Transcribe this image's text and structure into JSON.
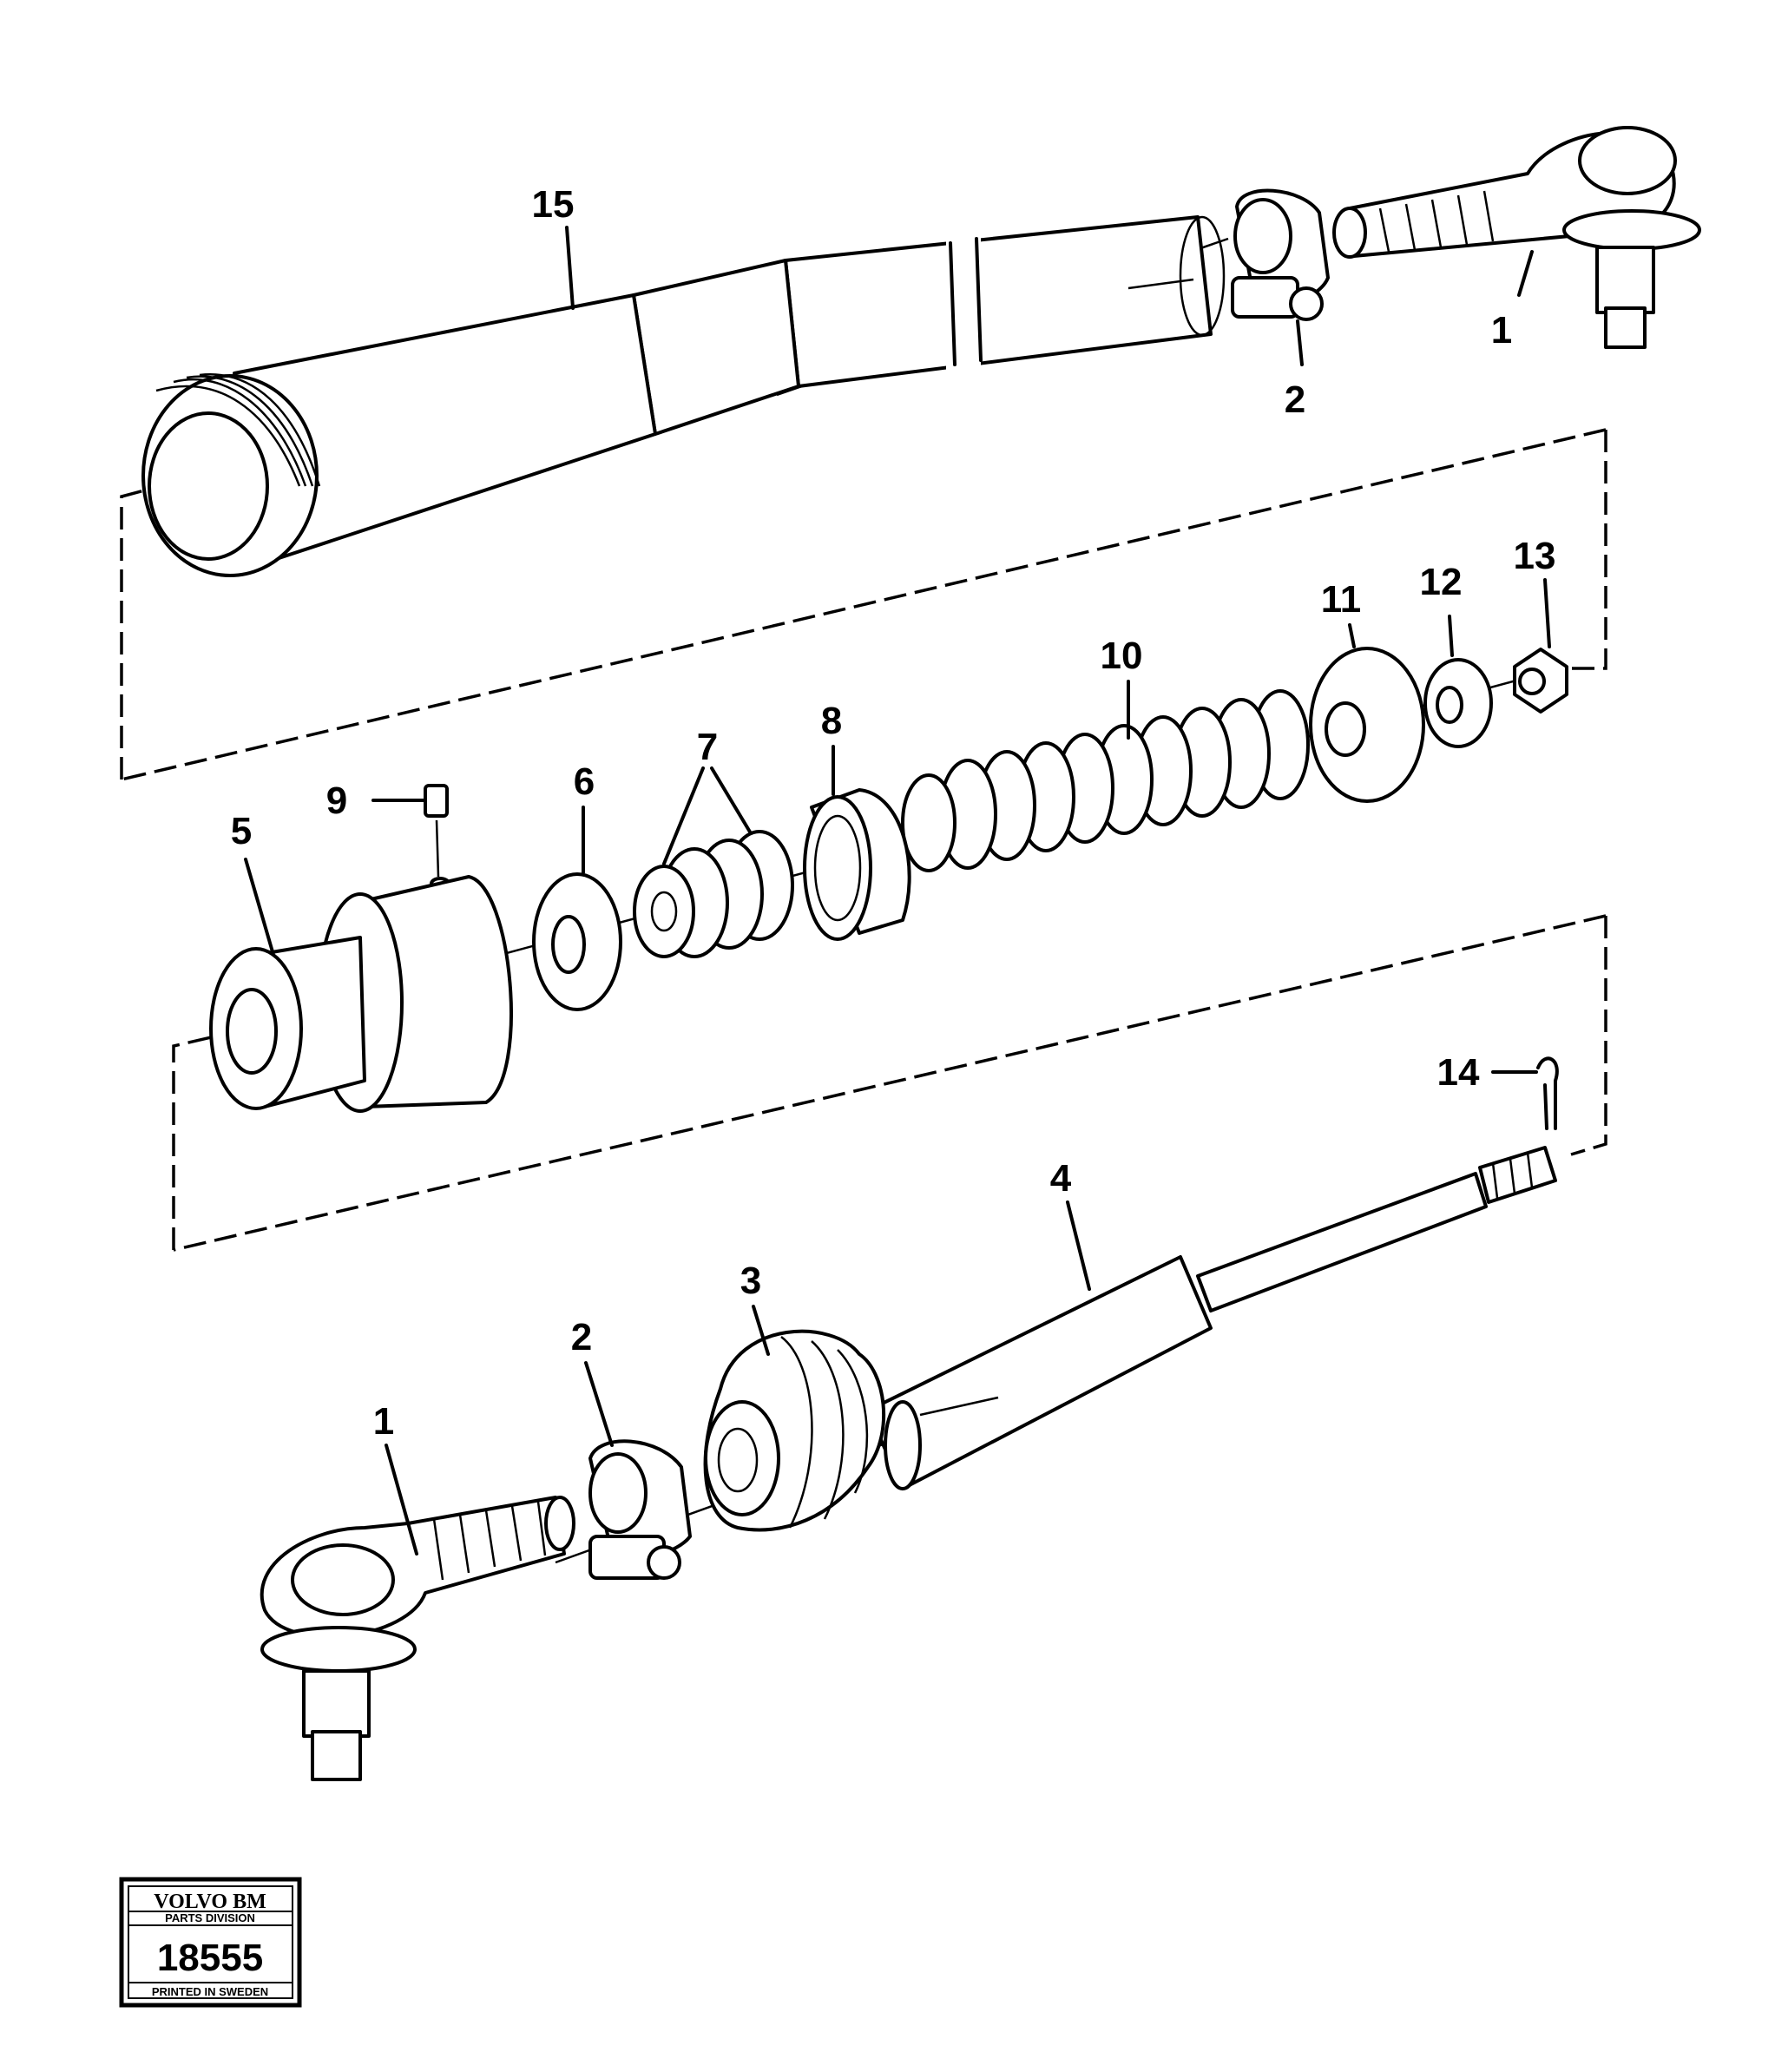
{
  "callouts": {
    "c1_top": "1",
    "c2_top": "2",
    "c15": "15",
    "c13": "13",
    "c12": "12",
    "c11": "11",
    "c10": "10",
    "c8": "8",
    "c7": "7",
    "c6": "6",
    "c9": "9",
    "c5": "5",
    "c14": "14",
    "c4": "4",
    "c3": "3",
    "c2_bot": "2",
    "c1_bot": "1"
  },
  "stamp": {
    "brand": "VOLVO BM",
    "division": "PARTS DIVISION",
    "number": "18555",
    "footer": "PRINTED IN SWEDEN"
  }
}
